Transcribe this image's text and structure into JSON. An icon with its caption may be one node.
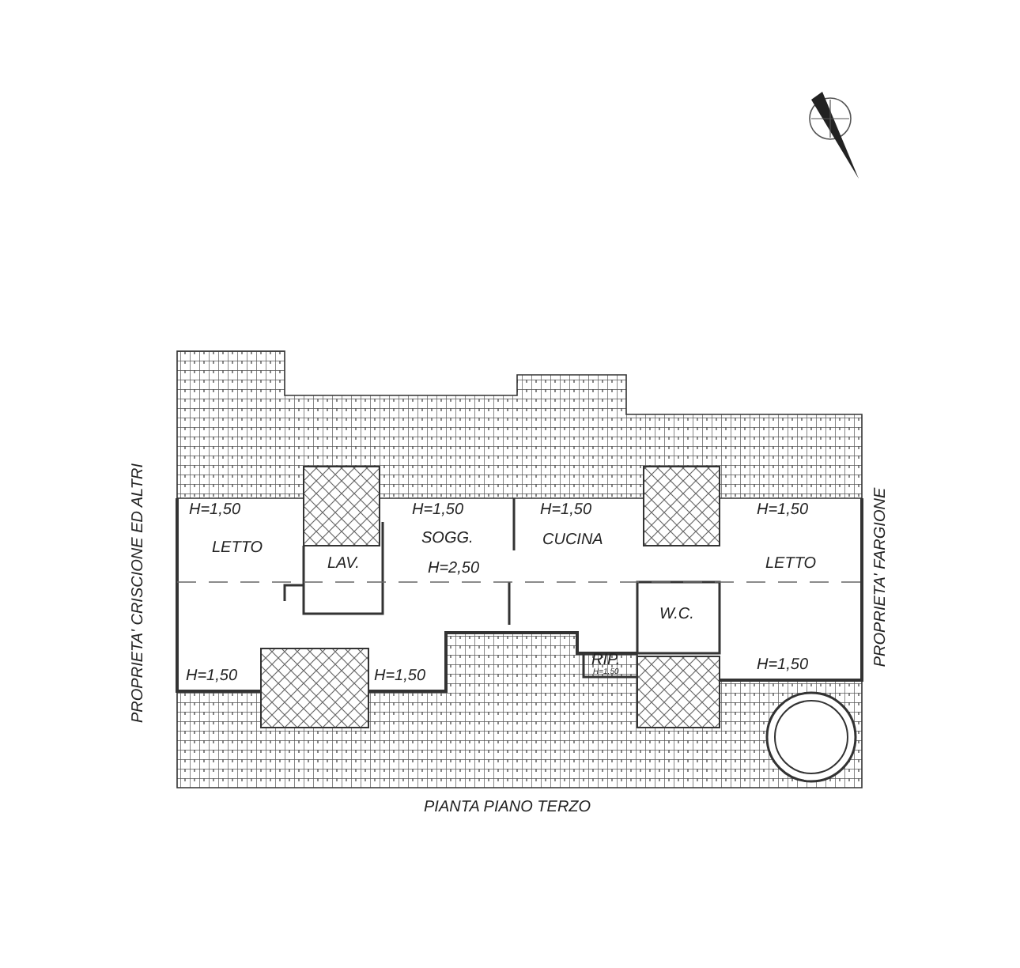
{
  "diagram": {
    "caption": "PIANTA PIANO TERZO",
    "labels": [
      "PROPRIETA' CRISCIONE ED ALTRI",
      "H=1,50",
      "H=1,50",
      "H=1,50",
      "H=1,50",
      "LETTO",
      "SOGG.",
      "CUCINA",
      "LAV.",
      "LETTO",
      "H=2,50",
      "W.C.",
      "RIP.",
      "H=1,50",
      "H=1,50",
      "H=1,50",
      "H=1,50",
      "PROPRIETA' FARGIONE"
    ]
  }
}
